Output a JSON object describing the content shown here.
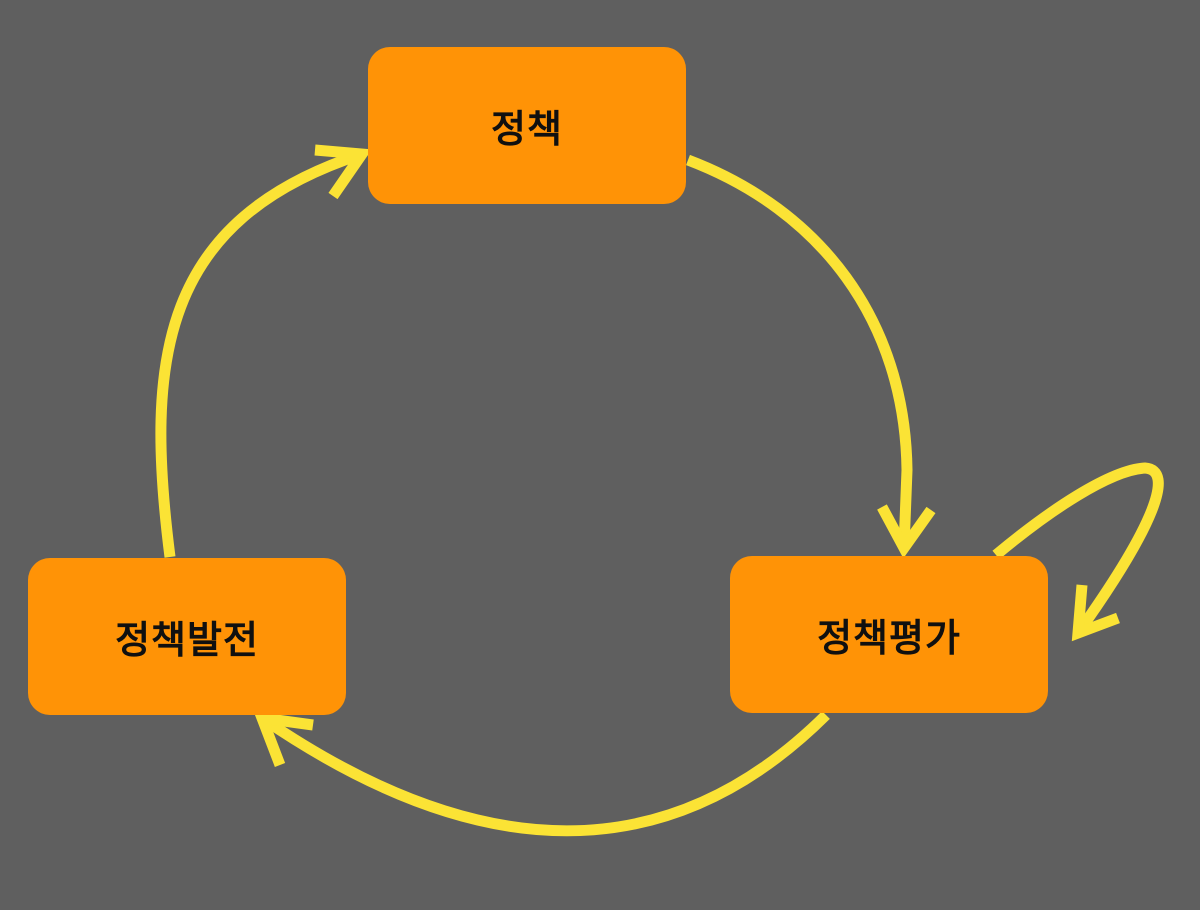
{
  "nodes": {
    "policy": "정책",
    "evaluation": "정책평가",
    "development": "정책발전"
  },
  "colors": {
    "background": "#5f5f5f",
    "node_fill": "#ff9306",
    "arrow": "#fbe335",
    "text": "#101010"
  }
}
